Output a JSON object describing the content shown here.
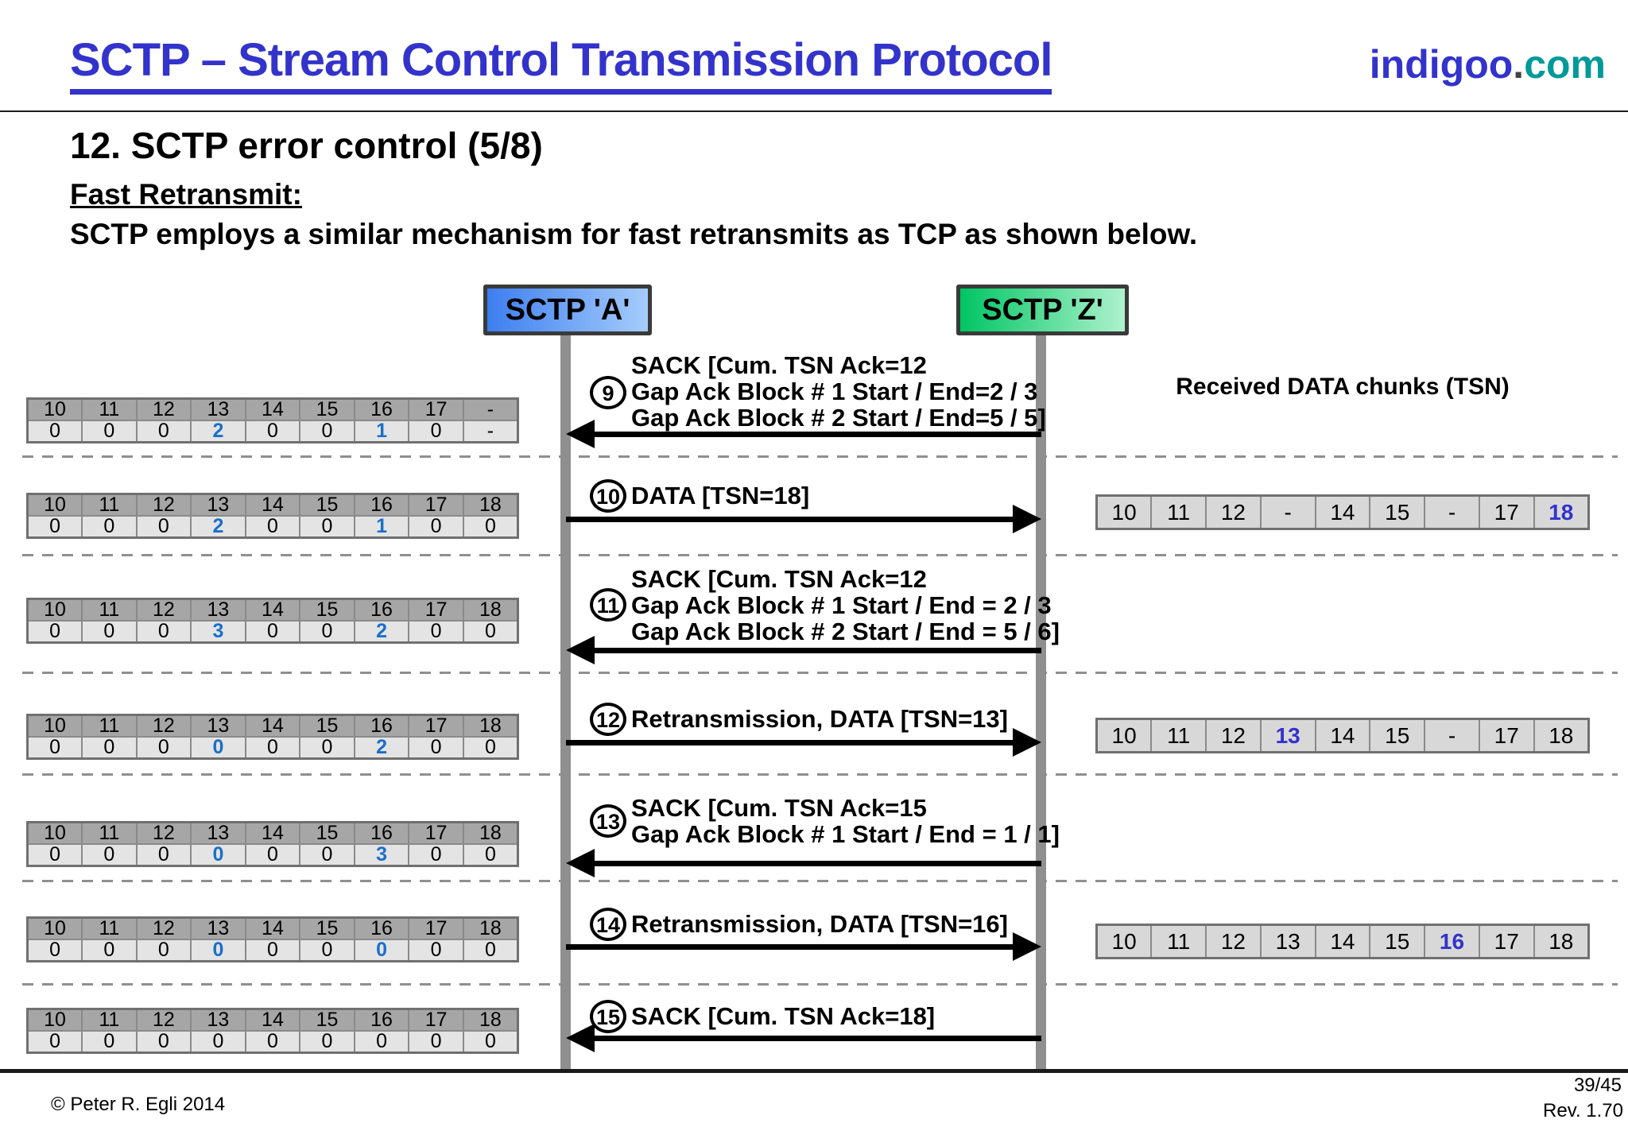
{
  "colors": {
    "title-blue": "#3333cc",
    "brand-indigo": "#3333cc",
    "brand-teal": "#009999",
    "brand-dot": "#444444",
    "endpoint-a-dark": "#3d7ef0",
    "endpoint-a-light": "#a5ccfb",
    "endpoint-z-dark": "#00c563",
    "endpoint-z-light": "#aef2cd",
    "lifeline-gray": "#8f8f8f",
    "left-blue": "#1a6fc9",
    "right-blue": "#3333cc"
  },
  "header": {
    "title": "SCTP – Stream Control Transmission Protocol",
    "brand_name": "indigoo",
    "brand_dot": ".",
    "brand_tld": "com"
  },
  "slide": {
    "heading": "12. SCTP error control (5/8)",
    "subheading": "Fast Retransmit:",
    "description": "SCTP employs a similar mechanism for fast retransmits as TCP as shown below."
  },
  "endpoints": {
    "a": "SCTP 'A'",
    "z": "SCTP 'Z'"
  },
  "received_header": "Received DATA chunks (TSN)",
  "messages": [
    {
      "num": "9",
      "direction": "to-a",
      "lines": [
        "SACK [Cum. TSN Ack=12",
        "Gap Ack Block # 1 Start / End=2 / 3",
        "Gap Ack Block # 2 Start / End=5 / 5]"
      ]
    },
    {
      "num": "10",
      "direction": "to-z",
      "lines": [
        "DATA [TSN=18]"
      ]
    },
    {
      "num": "11",
      "direction": "to-a",
      "lines": [
        "SACK [Cum. TSN Ack=12",
        "Gap Ack Block # 1 Start / End = 2 / 3",
        "Gap Ack Block # 2 Start / End = 5 / 6]"
      ]
    },
    {
      "num": "12",
      "direction": "to-z",
      "lines": [
        "Retransmission, DATA [TSN=13]"
      ]
    },
    {
      "num": "13",
      "direction": "to-a",
      "lines": [
        "SACK [Cum. TSN Ack=15",
        "Gap Ack Block # 1 Start / End = 1 / 1]"
      ]
    },
    {
      "num": "14",
      "direction": "to-z",
      "lines": [
        "Retransmission, DATA [TSN=16]"
      ]
    },
    {
      "num": "15",
      "direction": "to-a",
      "lines": [
        "SACK [Cum. TSN Ack=18]"
      ]
    }
  ],
  "left_tables": [
    {
      "header": [
        "10",
        "11",
        "12",
        "13",
        "14",
        "15",
        "16",
        "17",
        "-"
      ],
      "values": [
        "0",
        "0",
        "0",
        "2",
        "0",
        "0",
        "1",
        "0",
        "-"
      ],
      "blue": [
        3,
        6
      ]
    },
    {
      "header": [
        "10",
        "11",
        "12",
        "13",
        "14",
        "15",
        "16",
        "17",
        "18"
      ],
      "values": [
        "0",
        "0",
        "0",
        "2",
        "0",
        "0",
        "1",
        "0",
        "0"
      ],
      "blue": [
        3,
        6
      ]
    },
    {
      "header": [
        "10",
        "11",
        "12",
        "13",
        "14",
        "15",
        "16",
        "17",
        "18"
      ],
      "values": [
        "0",
        "0",
        "0",
        "3",
        "0",
        "0",
        "2",
        "0",
        "0"
      ],
      "blue": [
        3,
        6
      ]
    },
    {
      "header": [
        "10",
        "11",
        "12",
        "13",
        "14",
        "15",
        "16",
        "17",
        "18"
      ],
      "values": [
        "0",
        "0",
        "0",
        "0",
        "0",
        "0",
        "2",
        "0",
        "0"
      ],
      "blue": [
        3,
        6
      ]
    },
    {
      "header": [
        "10",
        "11",
        "12",
        "13",
        "14",
        "15",
        "16",
        "17",
        "18"
      ],
      "values": [
        "0",
        "0",
        "0",
        "0",
        "0",
        "0",
        "3",
        "0",
        "0"
      ],
      "blue": [
        3,
        6
      ]
    },
    {
      "header": [
        "10",
        "11",
        "12",
        "13",
        "14",
        "15",
        "16",
        "17",
        "18"
      ],
      "values": [
        "0",
        "0",
        "0",
        "0",
        "0",
        "0",
        "0",
        "0",
        "0"
      ],
      "blue": [
        3,
        6
      ]
    },
    {
      "header": [
        "10",
        "11",
        "12",
        "13",
        "14",
        "15",
        "16",
        "17",
        "18"
      ],
      "values": [
        "0",
        "0",
        "0",
        "0",
        "0",
        "0",
        "0",
        "0",
        "0"
      ],
      "blue": []
    }
  ],
  "right_tables": [
    {
      "cells": [
        "10",
        "11",
        "12",
        "-",
        "14",
        "15",
        "-",
        "17",
        "18"
      ],
      "blue": [
        8
      ]
    },
    {
      "cells": [
        "10",
        "11",
        "12",
        "13",
        "14",
        "15",
        "-",
        "17",
        "18"
      ],
      "blue": [
        3
      ]
    },
    {
      "cells": [
        "10",
        "11",
        "12",
        "13",
        "14",
        "15",
        "16",
        "17",
        "18"
      ],
      "blue": [
        6
      ]
    }
  ],
  "footer": {
    "copyright": "© Peter R. Egli 2014",
    "page": "39/45",
    "revision": "Rev. 1.70"
  }
}
